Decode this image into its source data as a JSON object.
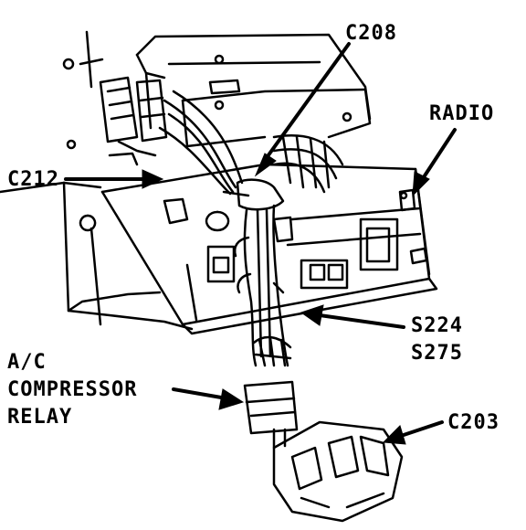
{
  "labels": {
    "c208": "C208",
    "radio": "RADIO",
    "c212": "C212",
    "s224": "S224",
    "s275": "S275",
    "ac_line1": "A/C",
    "ac_line2": "COMPRESSOR",
    "ac_line3": "RELAY",
    "c203": "C203"
  },
  "colors": {
    "ink": "#000000",
    "paper": "#ffffff"
  }
}
